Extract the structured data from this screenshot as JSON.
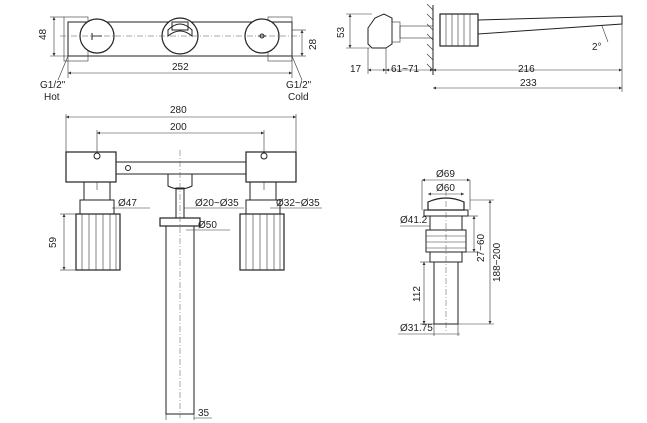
{
  "top_view": {
    "dim_48": "48",
    "dim_252": "252",
    "dim_28": "28",
    "hot_thread": "G1/2\"",
    "hot_label": "Hot",
    "cold_thread": "G1/2\"",
    "cold_label": "Cold"
  },
  "side_view": {
    "dim_53": "53",
    "dim_17": "17",
    "dim_61_71": "61~71",
    "dim_216": "216",
    "dim_233": "233",
    "angle": "2°"
  },
  "front_view": {
    "dim_280": "280",
    "dim_200": "200",
    "dim_47": "Ø47",
    "dim_20_35": "Ø20~Ø35",
    "dim_32_35": "Ø32~Ø35",
    "dim_50": "Ø50",
    "dim_59": "59",
    "dim_35": "35"
  },
  "drain_view": {
    "dim_69": "Ø69",
    "dim_60": "Ø60",
    "dim_41_2": "Ø41.2",
    "dim_27_60": "27~60",
    "dim_188_200": "188~200",
    "dim_112": "112",
    "dim_31_75": "Ø31.75"
  }
}
